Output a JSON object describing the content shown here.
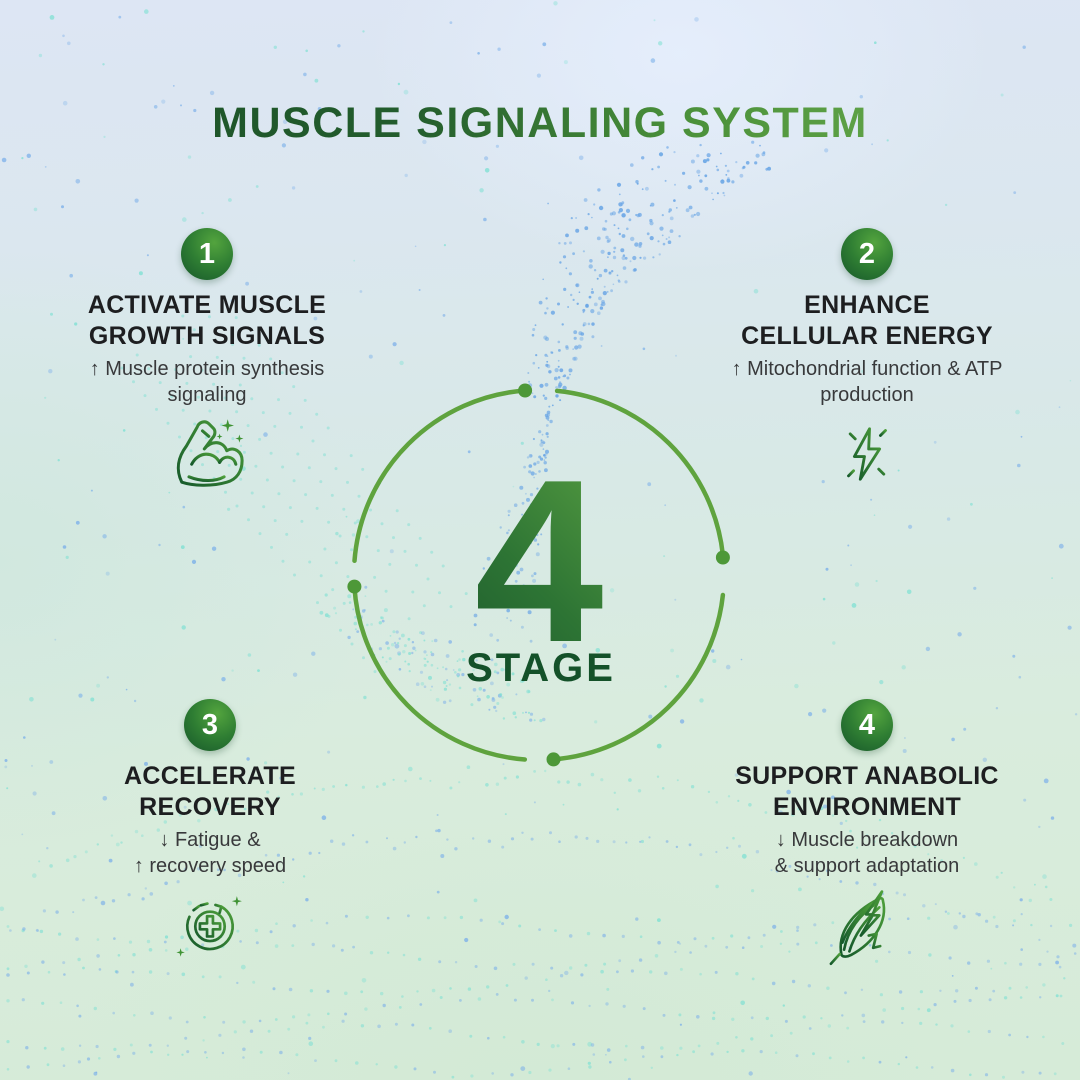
{
  "title": "MUSCLE SIGNALING SYSTEM",
  "center": {
    "number": "4",
    "label": "STAGE"
  },
  "stages": [
    {
      "number": "1",
      "title_lines": [
        "ACTIVATE MUSCLE",
        "GROWTH SIGNALS"
      ],
      "desc_lines": [
        "↑ Muscle protein synthesis",
        "signaling"
      ],
      "icon": "bicep-icon"
    },
    {
      "number": "2",
      "title_lines": [
        "ENHANCE",
        "CELLULAR ENERGY"
      ],
      "desc_lines": [
        "↑ Mitochondrial function & ATP",
        "production"
      ],
      "icon": "lightning-icon"
    },
    {
      "number": "3",
      "title_lines": [
        "ACCELERATE",
        "RECOVERY"
      ],
      "desc_lines": [
        "↓ Fatigue &",
        "↑ recovery speed"
      ],
      "icon": "recovery-cross-icon"
    },
    {
      "number": "4",
      "title_lines": [
        "SUPPORT ANABOLIC",
        "ENVIRONMENT"
      ],
      "desc_lines": [
        "↓ Muscle breakdown",
        "& support adaptation"
      ],
      "icon": "muscle-fiber-bolt-icon"
    }
  ],
  "colors": {
    "title_gradient_start": "#1a4f27",
    "title_gradient_end": "#73b452",
    "ring_green": "#5fa33e",
    "ring_dot_green": "#4d9838",
    "badge_green_dark": "#16562a",
    "badge_green_light": "#53a43e",
    "heading_text": "#1d1e20",
    "desc_text": "#38393b",
    "icon_green_dark": "#15592b",
    "icon_green_light": "#4d9f3a",
    "bg_top_blue": "#dde6f4",
    "bg_bottom_mint": "#d6ebd8",
    "dot_blue": "#7cb0e9",
    "dot_cyan": "#7fe0d3",
    "plume_blue": "#69a5e5"
  }
}
